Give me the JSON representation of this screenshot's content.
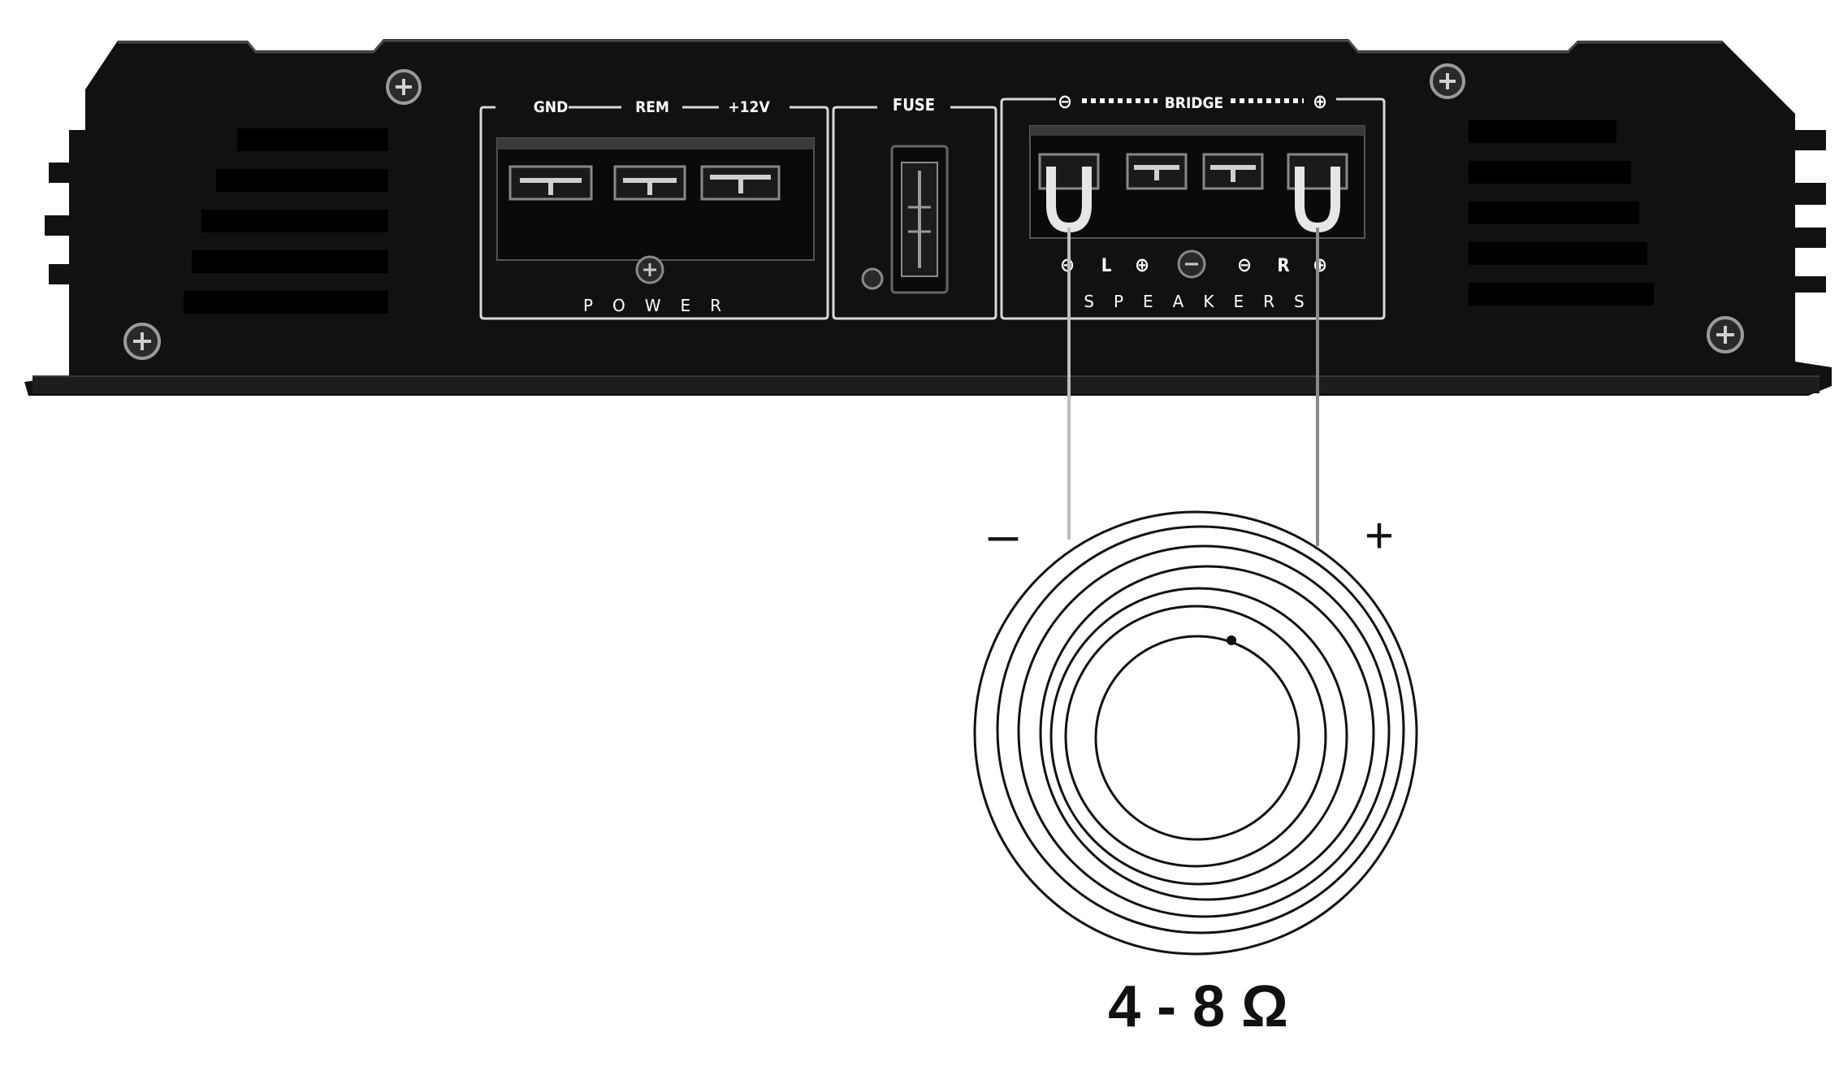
{
  "amplifier": {
    "power_group": {
      "terminals": [
        "GND",
        "REM",
        "+12V"
      ],
      "label": "POWER"
    },
    "fuse_group": {
      "label": "FUSE"
    },
    "speaker_group": {
      "bridge_label": "BRIDGE",
      "bridge_left_symbol": "⊖",
      "bridge_right_symbol": "⊕",
      "channel_left": "L",
      "channel_right": "R",
      "polarity_minus": "⊖",
      "polarity_plus": "⊕",
      "label": "SPEAKERS"
    }
  },
  "speaker": {
    "minus_label": "–",
    "plus_label": "+",
    "impedance_label": "4 - 8 Ω"
  },
  "colors": {
    "chassis": "#111111",
    "panel_outline": "#d8d8d8",
    "wire": "#bdbdbd",
    "line": "#111111"
  }
}
